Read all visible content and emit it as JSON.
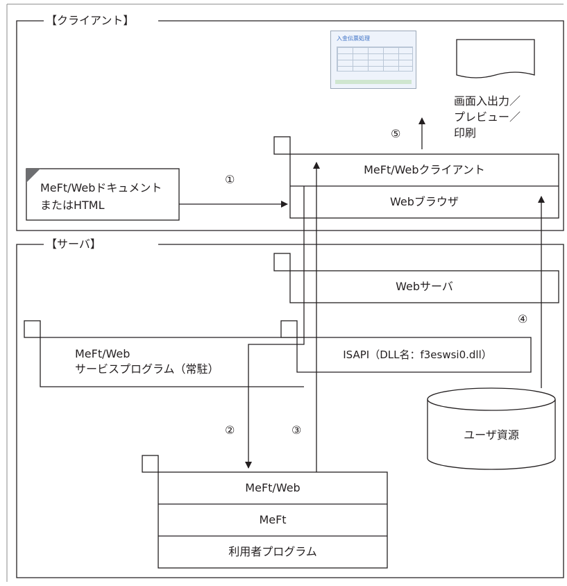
{
  "client": {
    "title": "【クライアント】"
  },
  "server": {
    "title": "【サーバ】"
  },
  "document": {
    "line1": "MeFt/Webドキュメント",
    "line2": "またはHTML"
  },
  "client_stack": {
    "top": "MeFt/Webクライアント",
    "bottom": "Webブラウザ"
  },
  "output": {
    "line1": "画面入出力／",
    "line2": "プレビュー／",
    "line3": "印刷"
  },
  "screen_thumb": {
    "title": "入金伝票処理"
  },
  "web_server": {
    "label": "Webサーバ"
  },
  "isapi": {
    "label": "ISAPI（DLL名：f3eswsi0.dll）"
  },
  "service": {
    "line1": "MeFt/Web",
    "line2": "サービスプログラム（常駐）"
  },
  "user_resource": {
    "label": "ユーザ資源"
  },
  "app_stack": {
    "top": "MeFt/Web",
    "middle": "MeFt",
    "bottom": "利用者プログラム"
  },
  "steps": {
    "s1": "①",
    "s2": "②",
    "s3": "③",
    "s4": "④",
    "s5": "⑤"
  },
  "colors": {
    "line": "#231f20",
    "doc_corner": "#6d6e71"
  }
}
